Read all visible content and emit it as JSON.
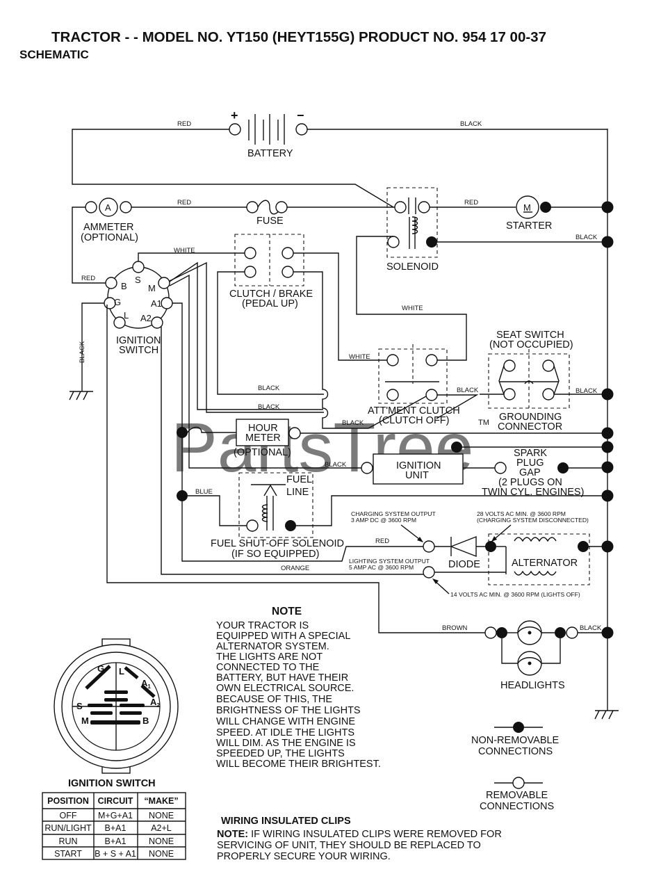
{
  "header": {
    "title": "TRACTOR - - MODEL NO. YT150 (HEYT155G) PRODUCT NO. 954 17 00-37",
    "subtitle": "SCHEMATIC"
  },
  "watermark": {
    "text": "PartsTree",
    "tm": "TM"
  },
  "components": {
    "battery": "BATTERY",
    "battery_plus": "+",
    "battery_minus": "−",
    "ammeter_symbol": "A",
    "ammeter": "AMMETER",
    "ammeter_opt": "(OPTIONAL)",
    "fuse": "FUSE",
    "solenoid": "SOLENOID",
    "starter_symbol": "M",
    "starter": "STARTER",
    "clutch_brake": "CLUTCH / BRAKE",
    "clutch_brake_sub": "(PEDAL UP)",
    "ignition_switch": "IGNITION",
    "ignition_switch_2": "SWITCH",
    "seat_switch": "SEAT SWITCH",
    "seat_switch_sub": "(NOT OCCUPIED)",
    "grounding_connector": "GROUNDING",
    "grounding_connector_2": "CONNECTOR",
    "attment_clutch": "ATT'MENT CLUTCH",
    "attment_clutch_sub": "(CLUTCH OFF)",
    "hour_meter": "HOUR",
    "hour_meter_2": "METER",
    "hour_meter_opt": "(OPTIONAL)",
    "ignition_unit": "IGNITION",
    "ignition_unit_2": "UNIT",
    "spark_plug": "SPARK",
    "spark_plug_2": "PLUG",
    "spark_plug_3": "GAP",
    "spark_plug_4": "(2 PLUGS ON",
    "spark_plug_5": "TWIN CYL. ENGINES)",
    "fuel_line": "FUEL",
    "fuel_line_2": "LINE",
    "fuel_solenoid": "FUEL SHUT-OFF SOLENOID",
    "fuel_solenoid_sub": "(IF SO EQUIPPED)",
    "diode": "DIODE",
    "alternator": "ALTERNATOR",
    "headlights": "HEADLIGHTS"
  },
  "switch_terminals": {
    "b": "B",
    "s": "S",
    "m": "M",
    "g": "G",
    "a1": "A1",
    "l": "L",
    "a2": "A2"
  },
  "wires": {
    "red": "RED",
    "black": "BLACK",
    "white": "WHITE",
    "blue": "BLUE",
    "orange": "ORANGE",
    "brown": "BROWN"
  },
  "specs": {
    "charging_1": "CHARGING SYSTEM OUTPUT",
    "charging_2": "3 AMP DC @ 3600 RPM",
    "volts28_1": "28 VOLTS AC MIN. @ 3600 RPM",
    "volts28_2": "(CHARGING SYSTEM DISCONNECTED)",
    "lighting_1": "LIGHTING SYSTEM OUTPUT",
    "lighting_2": "5 AMP AC @ 3600 RPM",
    "volts14": "14 VOLTS AC MIN. @ 3600 RPM (LIGHTS OFF)"
  },
  "note": {
    "heading": "NOTE",
    "lines": [
      "YOUR TRACTOR IS",
      "EQUIPPED WITH A SPECIAL",
      "ALTERNATOR SYSTEM.",
      "THE LIGHTS ARE NOT",
      "CONNECTED TO THE",
      "BATTERY, BUT HAVE THEIR",
      "OWN ELECTRICAL SOURCE.",
      "BECAUSE OF THIS, THE",
      "BRIGHTNESS OF THE LIGHTS",
      "WILL CHANGE WITH ENGINE",
      "SPEED.  AT IDLE THE LIGHTS",
      "WILL DIM.  AS THE ENGINE IS",
      "SPEEDED UP, THE LIGHTS",
      "WILL BECOME THEIR BRIGHTEST."
    ]
  },
  "legend": {
    "nonremovable_1": "NON-REMOVABLE",
    "nonremovable_2": "CONNECTIONS",
    "removable_1": "REMOVABLE",
    "removable_2": "CONNECTIONS"
  },
  "clips": {
    "heading": "WIRING INSULATED CLIPS",
    "note_label": "NOTE:",
    "line1": " IF WIRING INSULATED CLIPS WERE REMOVED FOR",
    "line2": "SERVICING OF UNIT, THEY SHOULD BE REPLACED TO",
    "line3": "PROPERLY SECURE YOUR WIRING."
  },
  "switch_diagram": {
    "title": "IGNITION SWITCH",
    "labels": {
      "g": "G",
      "l": "L",
      "a1": "A",
      "a1_sub": "1",
      "s": "S",
      "a2": "A",
      "a2_sub": "2",
      "m": "M",
      "b": "B"
    }
  },
  "switch_table": {
    "headers": [
      "POSITION",
      "CIRCUIT",
      "“MAKE”"
    ],
    "rows": [
      [
        "OFF",
        "M+G+A1",
        "NONE"
      ],
      [
        "RUN/LIGHT",
        "B+A1",
        "A2+L"
      ],
      [
        "RUN",
        "B+A1",
        "NONE"
      ],
      [
        "START",
        "B + S + A1",
        "NONE"
      ]
    ]
  }
}
